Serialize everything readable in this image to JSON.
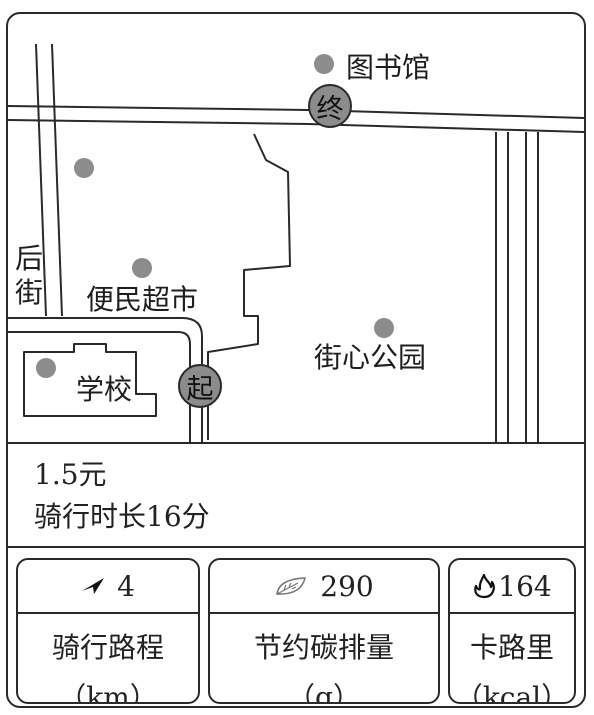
{
  "map": {
    "places": {
      "library": "图书馆",
      "street": "后街",
      "supermarket": "便民超市",
      "school": "学校",
      "park": "街心公园"
    },
    "markers": {
      "end": "终",
      "start": "起"
    }
  },
  "ride": {
    "price": "1.5元",
    "duration": "骑行时长16分"
  },
  "stats": [
    {
      "icon": "navigation-arrow-icon",
      "value": "4",
      "label": "骑行路程",
      "unit": "（km）"
    },
    {
      "icon": "leaf-icon",
      "value": "290",
      "label": "节约碳排量",
      "unit": "（g）"
    },
    {
      "icon": "flame-icon",
      "value": "164",
      "label": "卡路里",
      "unit": "（kcal）"
    }
  ],
  "colors": {
    "line": "#2a2a2a",
    "dot": "#8c8c8c"
  }
}
